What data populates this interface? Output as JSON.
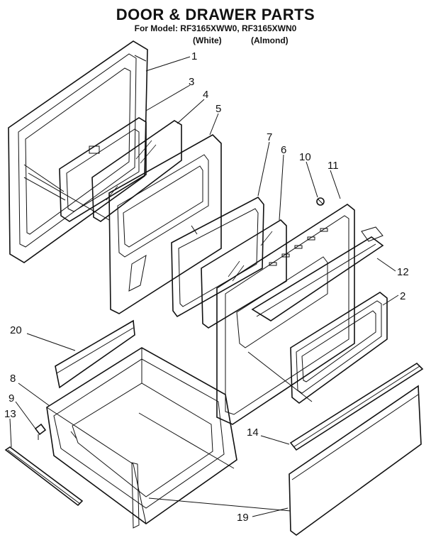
{
  "title": "DOOR & DRAWER PARTS",
  "model_line": "For Model: RF3165XWW0, RF3165XWN0",
  "variants": {
    "white": "(White)",
    "almond": "(Almond)"
  },
  "callouts": {
    "p1": "1",
    "p2": "2",
    "p3": "3",
    "p4": "4",
    "p5": "5",
    "p6": "6",
    "p7": "7",
    "p8": "8",
    "p9": "9",
    "p10": "10",
    "p11": "11",
    "p12": "12",
    "p13": "13",
    "p14": "14",
    "p19": "19",
    "p20": "20"
  }
}
